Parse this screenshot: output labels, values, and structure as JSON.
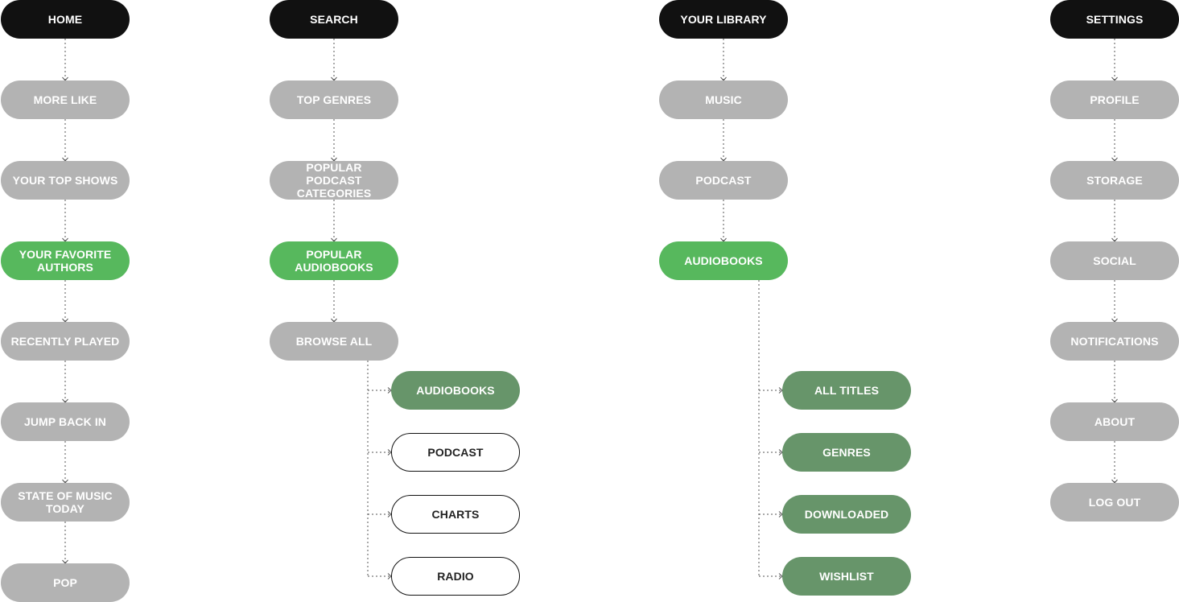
{
  "columns": [
    {
      "root": "HOME",
      "items": [
        {
          "label": "MORE LIKE",
          "style": "gray"
        },
        {
          "label": "YOUR TOP SHOWS",
          "style": "gray"
        },
        {
          "label": "YOUR FAVORITE\nAUTHORS",
          "style": "green"
        },
        {
          "label": "RECENTLY PLAYED",
          "style": "gray"
        },
        {
          "label": "JUMP BACK IN",
          "style": "gray"
        },
        {
          "label": "STATE OF MUSIC\nTODAY",
          "style": "gray"
        },
        {
          "label": "POP",
          "style": "gray"
        }
      ],
      "children": []
    },
    {
      "root": "SEARCH",
      "items": [
        {
          "label": "TOP GENRES",
          "style": "gray"
        },
        {
          "label": "POPULAR PODCAST\nCATEGORIES",
          "style": "gray"
        },
        {
          "label": "POPULAR\nAUDIOBOOKS",
          "style": "green"
        },
        {
          "label": "BROWSE ALL",
          "style": "gray"
        }
      ],
      "children": [
        {
          "label": "AUDIOBOOKS",
          "style": "dgreen"
        },
        {
          "label": "PODCAST",
          "style": "outline"
        },
        {
          "label": "CHARTS",
          "style": "outline"
        },
        {
          "label": "RADIO",
          "style": "outline"
        }
      ]
    },
    {
      "root": "YOUR LIBRARY",
      "items": [
        {
          "label": "MUSIC",
          "style": "gray"
        },
        {
          "label": "PODCAST",
          "style": "gray"
        },
        {
          "label": "AUDIOBOOKS",
          "style": "green"
        }
      ],
      "children": [
        {
          "label": "ALL TITLES",
          "style": "dgreen"
        },
        {
          "label": "GENRES",
          "style": "dgreen"
        },
        {
          "label": "DOWNLOADED",
          "style": "dgreen"
        },
        {
          "label": "WISHLIST",
          "style": "dgreen"
        }
      ]
    },
    {
      "root": "SETTINGS",
      "items": [
        {
          "label": "PROFILE",
          "style": "gray"
        },
        {
          "label": "STORAGE",
          "style": "gray"
        },
        {
          "label": "SOCIAL",
          "style": "gray"
        },
        {
          "label": "NOTIFICATIONS",
          "style": "gray"
        },
        {
          "label": "ABOUT",
          "style": "gray"
        },
        {
          "label": "LOG OUT",
          "style": "gray"
        }
      ],
      "children": []
    }
  ],
  "colors": {
    "root": "#111111",
    "gray": "#b3b3b3",
    "green": "#57b85d",
    "dark_green": "#67956a",
    "connector": "#555555"
  }
}
